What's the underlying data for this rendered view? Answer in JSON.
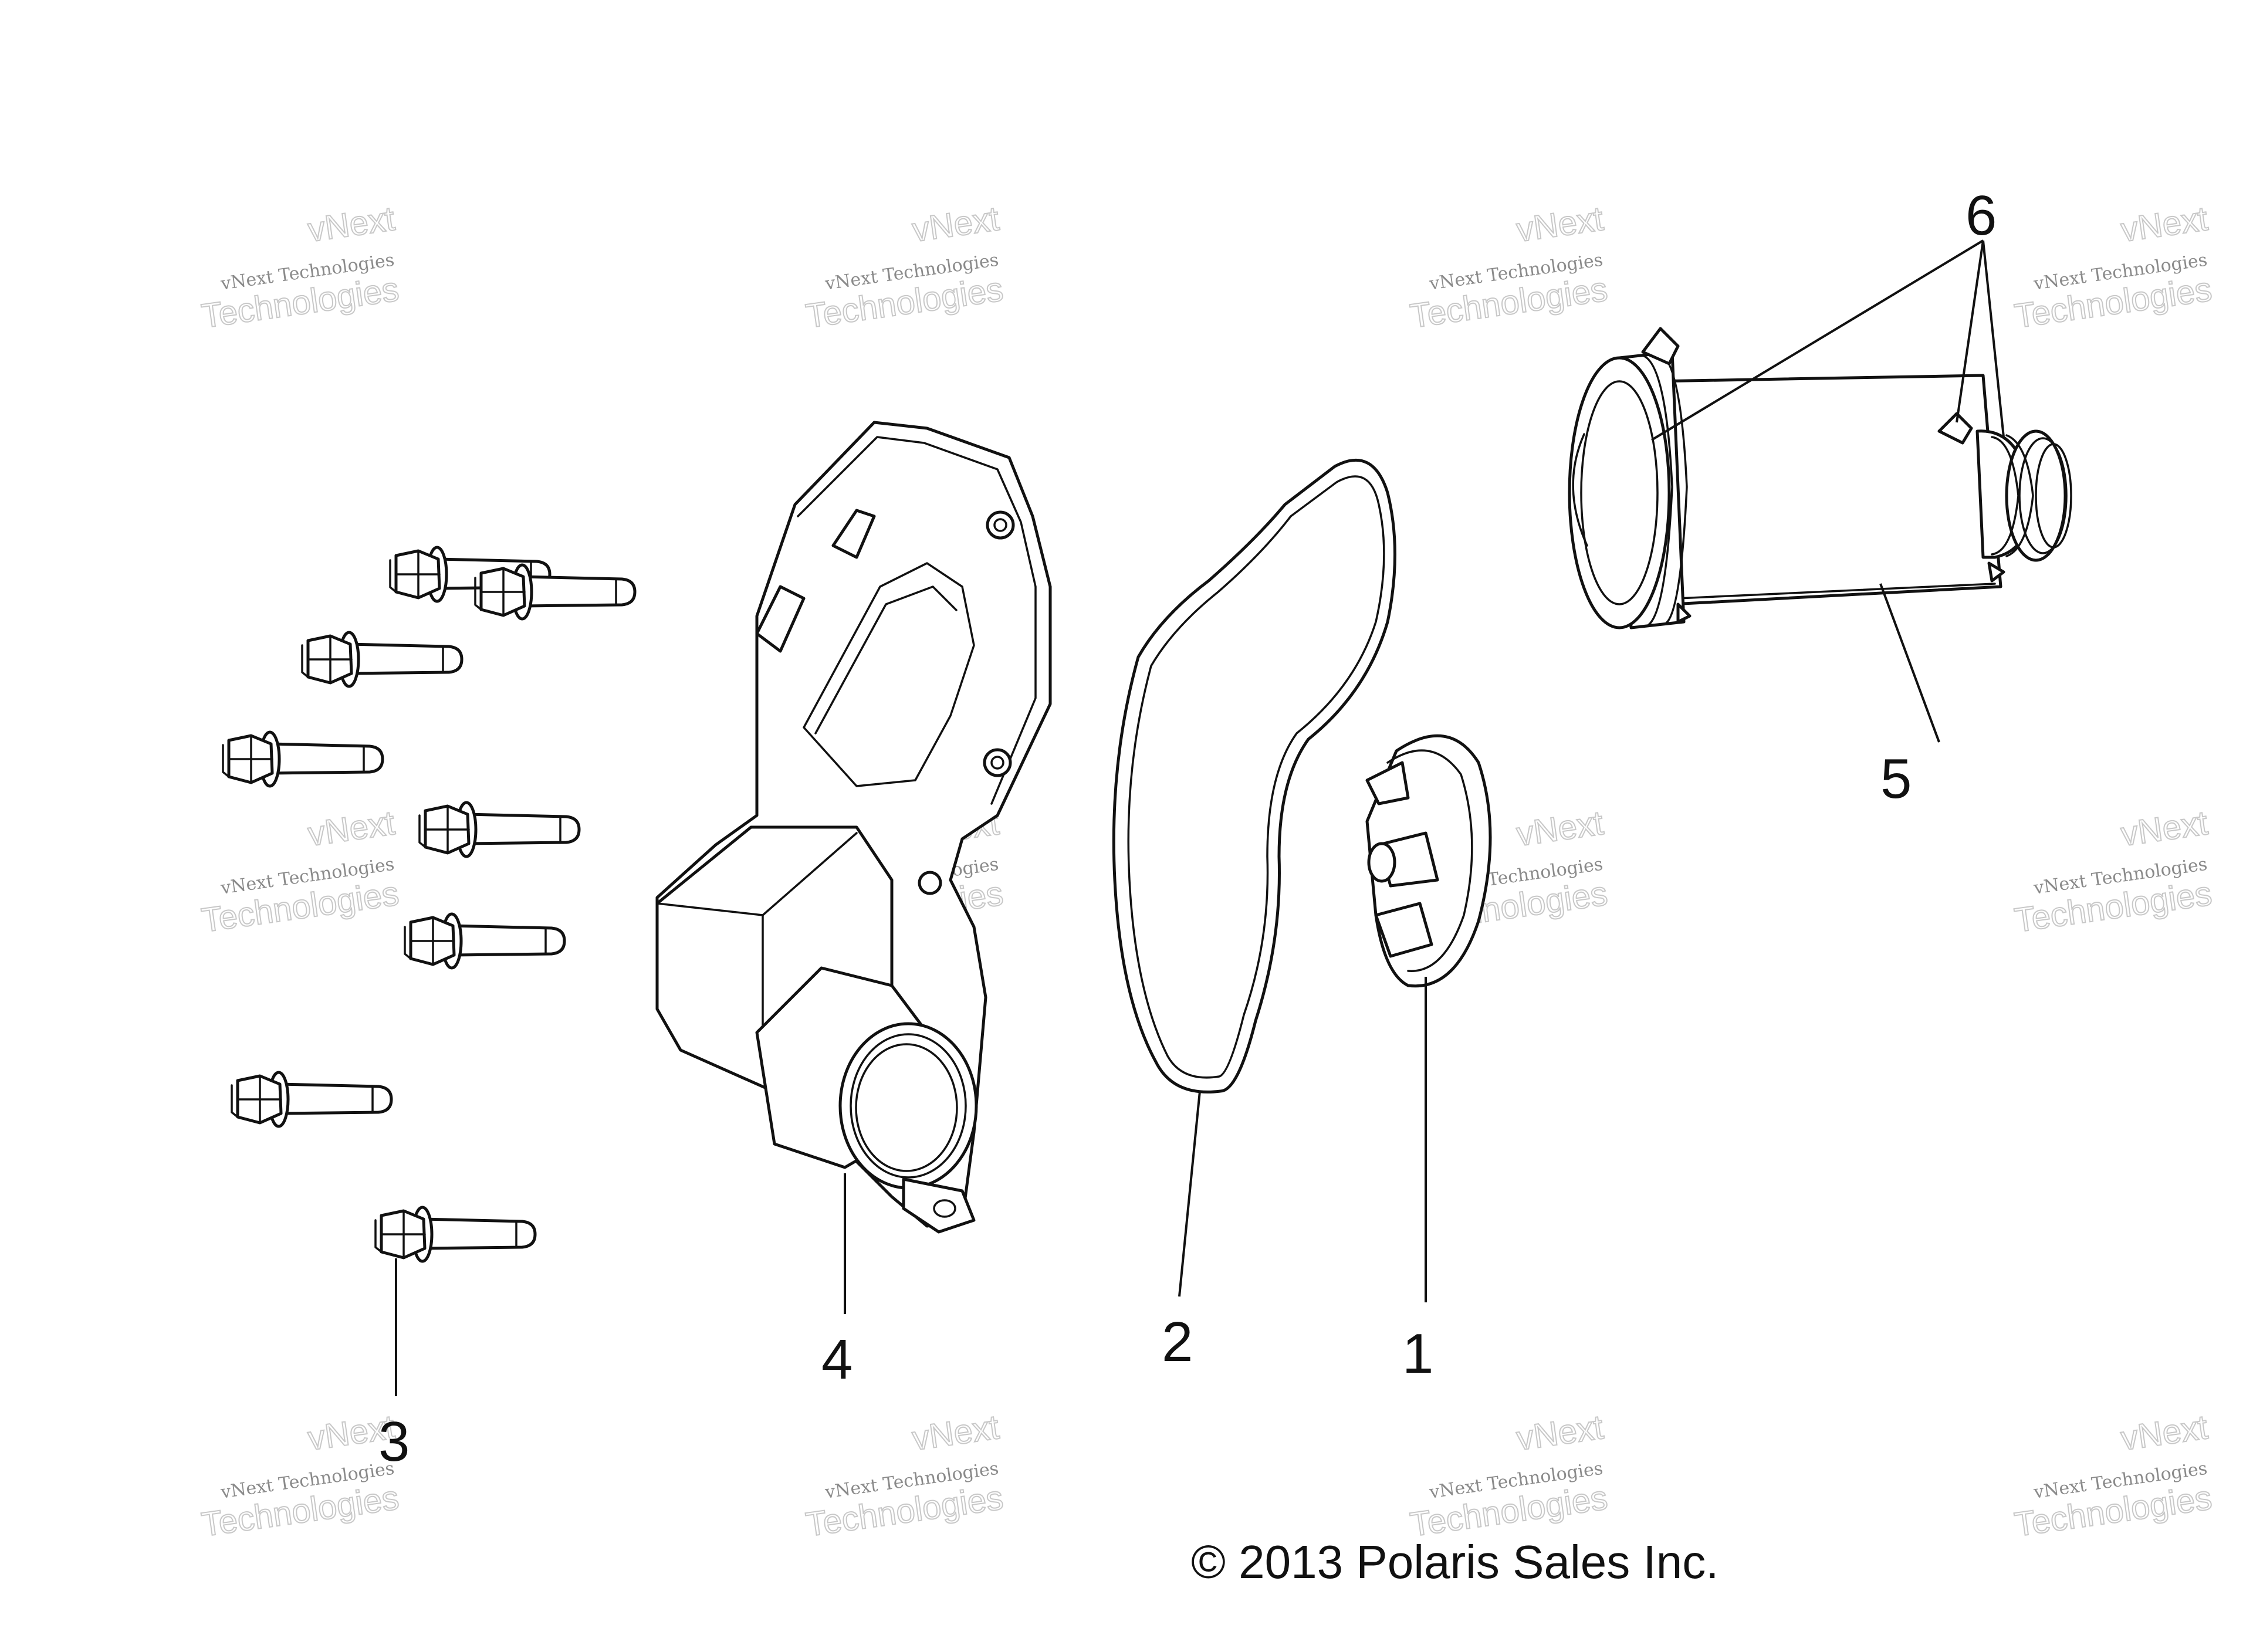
{
  "diagram": {
    "callouts": {
      "c1": "1",
      "c2": "2",
      "c3": "3",
      "c4": "4",
      "c5": "5",
      "c6": "6"
    },
    "copyright": "© 2013 Polaris Sales Inc.",
    "watermark": {
      "line1": "vNext Technologies",
      "line2": "vNext",
      "line3": "Technologies"
    }
  }
}
